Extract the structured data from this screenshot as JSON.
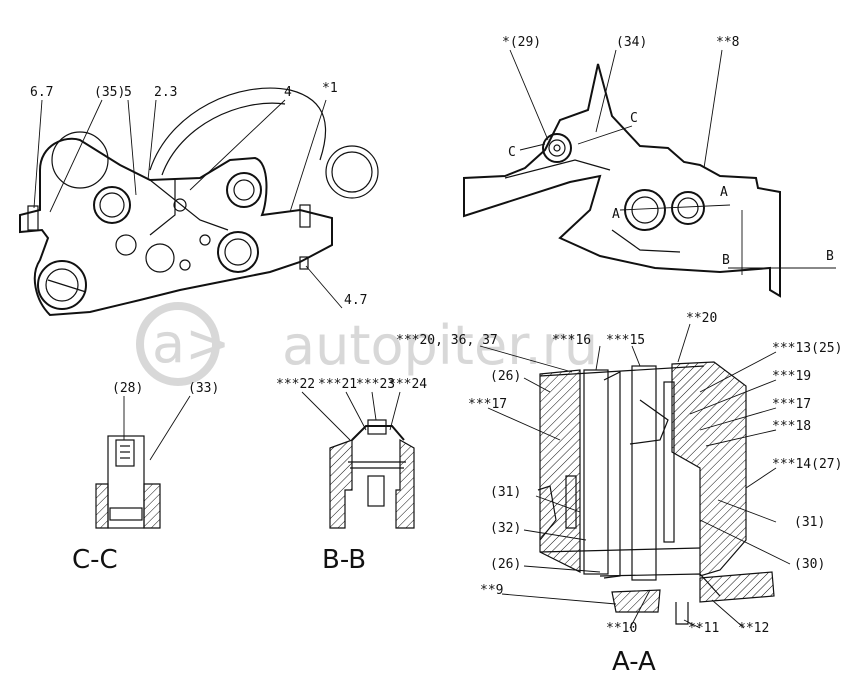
{
  "watermark": {
    "text": "autopiter.ru",
    "mark": "a>"
  },
  "view_top_left": {
    "labels": [
      "6.7",
      "(35)",
      "5",
      "2.3",
      "4",
      "*1",
      "4.7"
    ]
  },
  "view_top_right": {
    "labels": [
      "*(29)",
      "(34)",
      "**8",
      "C",
      "C",
      "A",
      "A",
      "B",
      "B"
    ]
  },
  "section_cc": {
    "title": "C-C",
    "labels": [
      "(28)",
      "(33)"
    ]
  },
  "section_bb": {
    "title": "B-B",
    "labels": [
      "***22",
      "***21",
      "***23",
      "***24"
    ]
  },
  "section_aa": {
    "title": "A-A",
    "labels": [
      "***20, 36, 37",
      "***16",
      "***15",
      "**20",
      "***13(25)",
      "***19",
      "(26)",
      "***17",
      "***17",
      "***18",
      "***14(27)",
      "(31)",
      "(31)",
      "(32)",
      "(30)",
      "(26)",
      "**9",
      "**10",
      "**11",
      "**12"
    ]
  }
}
